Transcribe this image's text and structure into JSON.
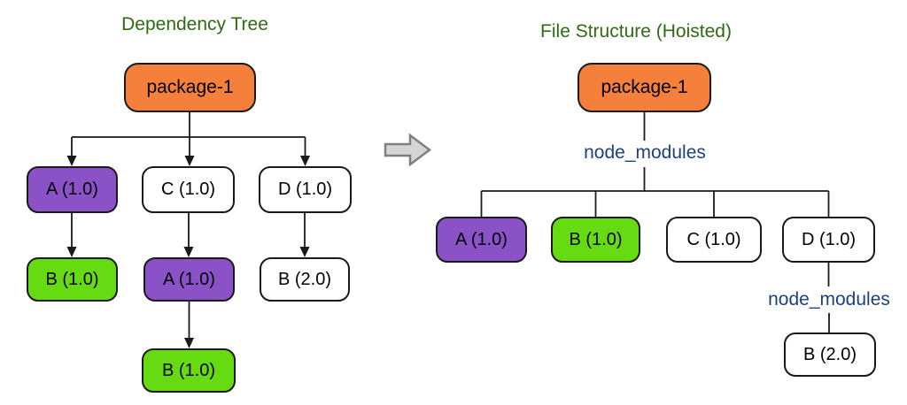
{
  "colors": {
    "node_orange": "#F5803C",
    "node_purple": "#8B52C8",
    "node_green": "#67DB11",
    "node_white": "#FFFFFF",
    "title_green": "#2D6B12",
    "folder_blue": "#1B4182",
    "line_black": "#1A1A1A",
    "transform_arrow_fill": "#D5D5D5",
    "transform_arrow_border": "#7F7F7F"
  },
  "icons": {
    "transform_arrow": "right-block-arrow"
  },
  "left_tree": {
    "title": "Dependency Tree",
    "root": {
      "label": "package-1"
    },
    "level1": [
      {
        "label": "A (1.0)",
        "color": "purple"
      },
      {
        "label": "C (1.0)",
        "color": "white"
      },
      {
        "label": "D (1.0)",
        "color": "white"
      }
    ],
    "level2": [
      {
        "label": "B (1.0)",
        "color": "green"
      },
      {
        "label": "A (1.0)",
        "color": "purple"
      },
      {
        "label": "B (2.0)",
        "color": "white"
      }
    ],
    "level3": [
      {
        "label": "B (1.0)",
        "color": "green"
      }
    ]
  },
  "right_tree": {
    "title": "File Structure (Hoisted)",
    "root": {
      "label": "package-1"
    },
    "folder_top": "node_modules",
    "level1": [
      {
        "label": "A (1.0)",
        "color": "purple"
      },
      {
        "label": "B (1.0)",
        "color": "green"
      },
      {
        "label": "C (1.0)",
        "color": "white"
      },
      {
        "label": "D (1.0)",
        "color": "white"
      }
    ],
    "folder_nested": "node_modules",
    "level2": [
      {
        "label": "B (2.0)",
        "color": "white"
      }
    ]
  }
}
